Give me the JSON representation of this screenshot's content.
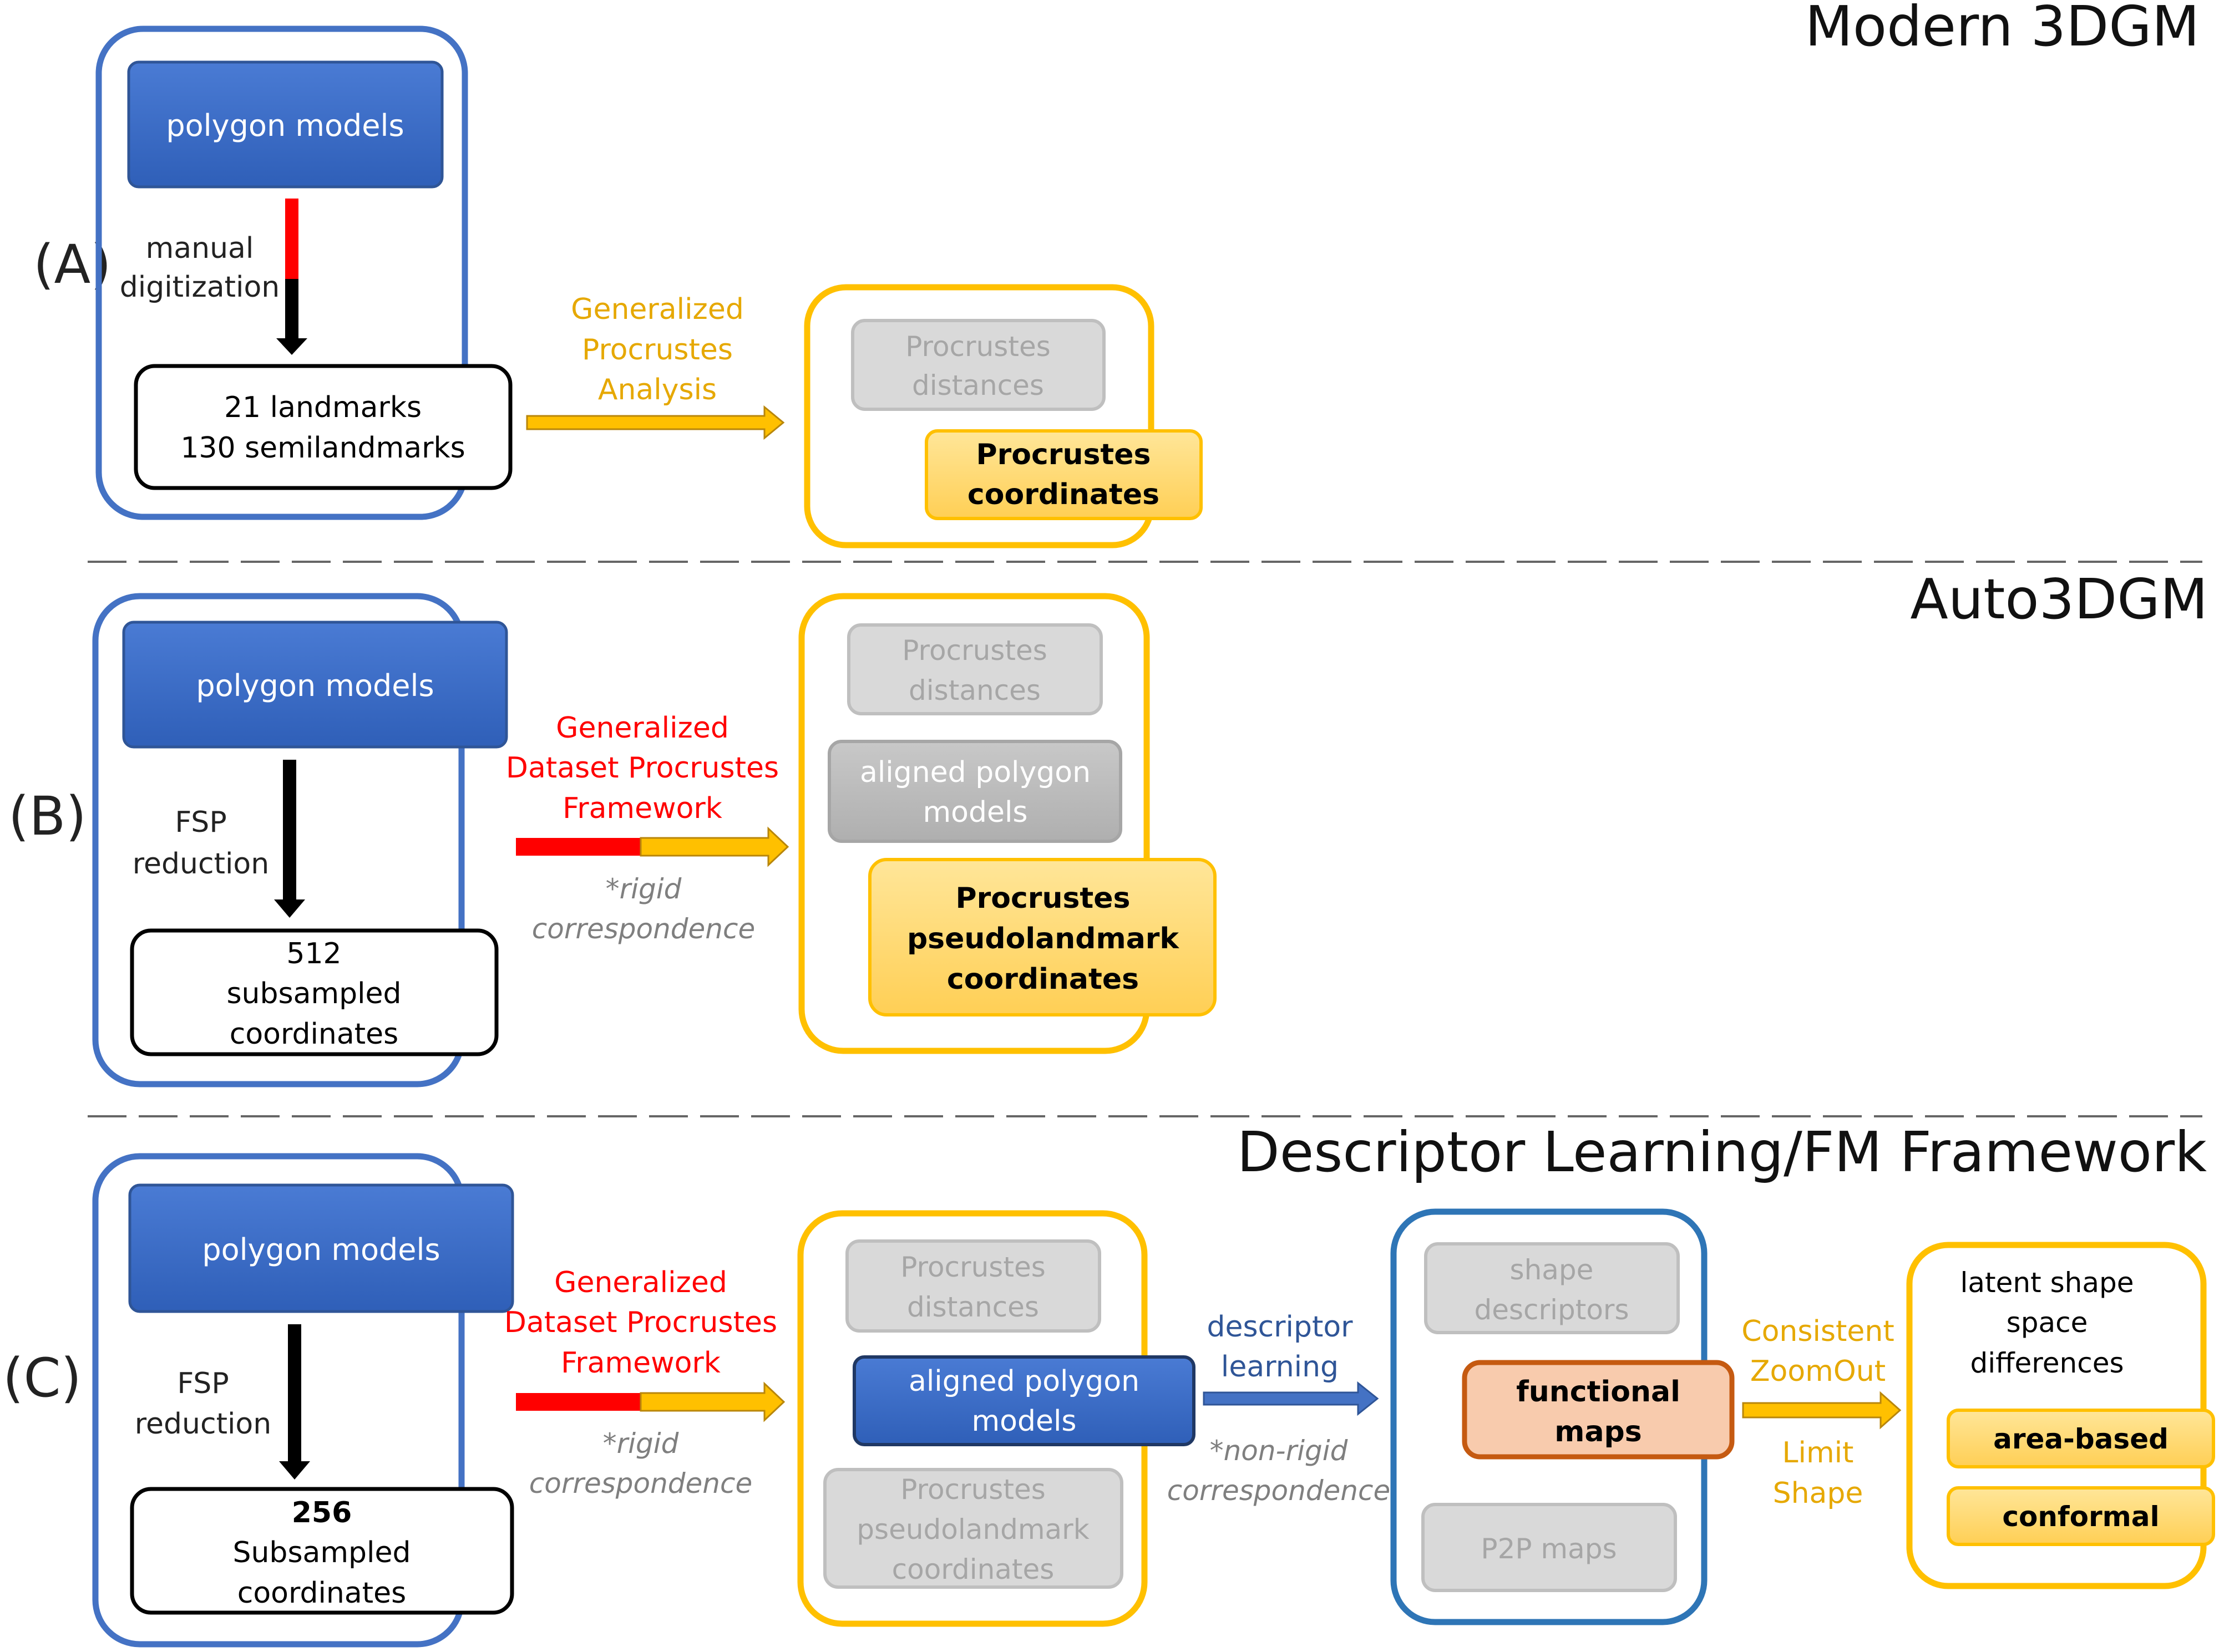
{
  "colors": {
    "blue_frame": "#4472C4",
    "blue_fill": "#3B6CC9",
    "blue_dark": "#2F5597",
    "yellow_frame": "#FFC000",
    "yellow_fill": "#FFD966",
    "gray_fill": "#D9D9D9",
    "gray_stroke": "#BFBFBF",
    "gray_text": "#A6A6A6",
    "red": "#FF0000",
    "orange_fill": "#F8CBAD",
    "orange_stroke": "#C55A11",
    "annot_gray": "#7F7F7F",
    "gold_text": "#E6A800",
    "desc_blue": "#2F5597"
  },
  "rows": {
    "A": {
      "label": "(A)",
      "title": "Modern 3DGM",
      "source_box": "polygon models",
      "step": [
        "manual",
        "digitization"
      ],
      "result_box": [
        "21 landmarks",
        "130 semilandmarks"
      ],
      "method": [
        "Generalized",
        "Procrustes",
        "Analysis"
      ],
      "out_gray": [
        "Procrustes",
        "distances"
      ],
      "out_main": [
        "Procrustes",
        "coordinates"
      ]
    },
    "B": {
      "label": "(B)",
      "title": "Auto3DGM",
      "source_box": "polygon models",
      "step": [
        "FSP",
        "reduction"
      ],
      "result_box": [
        "512",
        "subsampled",
        "coordinates"
      ],
      "method": [
        "Generalized",
        "Dataset Procrustes",
        "Framework"
      ],
      "note": [
        "*rigid",
        "correspondence"
      ],
      "out_gray": [
        "Procrustes",
        "distances"
      ],
      "out_aligned": [
        "aligned polygon",
        "models"
      ],
      "out_main": [
        "Procrustes",
        "pseudolandmark",
        "coordinates"
      ]
    },
    "C": {
      "label": "(C)",
      "title": "Descriptor Learning/FM Framework",
      "source_box": "polygon models",
      "step": [
        "FSP",
        "reduction"
      ],
      "result_box": [
        "256",
        "Subsampled",
        "coordinates"
      ],
      "method": [
        "Generalized",
        "Dataset Procrustes",
        "Framework"
      ],
      "note": [
        "*rigid",
        "correspondence"
      ],
      "out_gray1": [
        "Procrustes",
        "distances"
      ],
      "out_aligned": [
        "aligned polygon",
        "models"
      ],
      "out_gray2": [
        "Procrustes",
        "pseudolandmark",
        "coordinates"
      ],
      "desc_step": [
        "descriptor",
        "learning"
      ],
      "desc_note": [
        "*non-rigid",
        "correspondence"
      ],
      "fm_gray1": [
        "shape",
        "descriptors"
      ],
      "fm_main": [
        "functional",
        "maps"
      ],
      "fm_gray2": "P2P maps",
      "zoom_step": [
        "Consistent",
        "ZoomOut"
      ],
      "limit_step": [
        "Limit",
        "Shape"
      ],
      "latent": [
        "latent shape",
        "space",
        "differences"
      ],
      "latent_a": "area-based",
      "latent_b": "conformal"
    }
  }
}
